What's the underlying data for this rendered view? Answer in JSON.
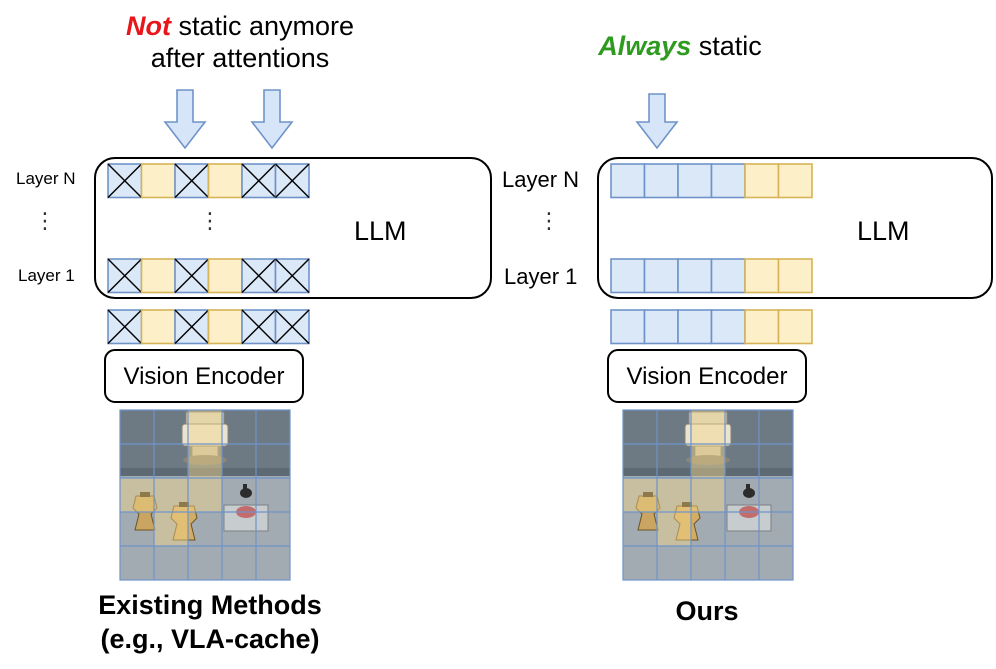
{
  "left": {
    "header_emph": "Not",
    "header_rest": "static anymore",
    "header_line2": "after attentions",
    "layer_top": "Layer N",
    "layer_bottom": "Layer 1",
    "llm_label": "LLM",
    "encoder_label": "Vision Encoder",
    "caption_line1": "Existing Methods",
    "caption_line2": "(e.g., VLA-cache)",
    "token_pattern": [
      "static-crossed",
      "dynamic",
      "static-crossed",
      "dynamic",
      "static-crossed",
      "static-crossed"
    ]
  },
  "right": {
    "header_emph": "Always",
    "header_rest": "static",
    "layer_top": "Layer N",
    "layer_bottom": "Layer 1",
    "llm_label": "LLM",
    "encoder_label": "Vision Encoder",
    "caption": "Ours",
    "token_pattern": [
      "static",
      "static",
      "static",
      "static",
      "dynamic",
      "dynamic"
    ]
  },
  "colors": {
    "static_fill": "#dbe8f8",
    "static_stroke": "#6f93c9",
    "dynamic_fill": "#fdf0c8",
    "dynamic_stroke": "#d6b356",
    "arrow_fill": "#d6e5f7",
    "arrow_stroke": "#6f93c9",
    "emph_red": "#e8151b",
    "emph_green": "#2e9a1f"
  }
}
